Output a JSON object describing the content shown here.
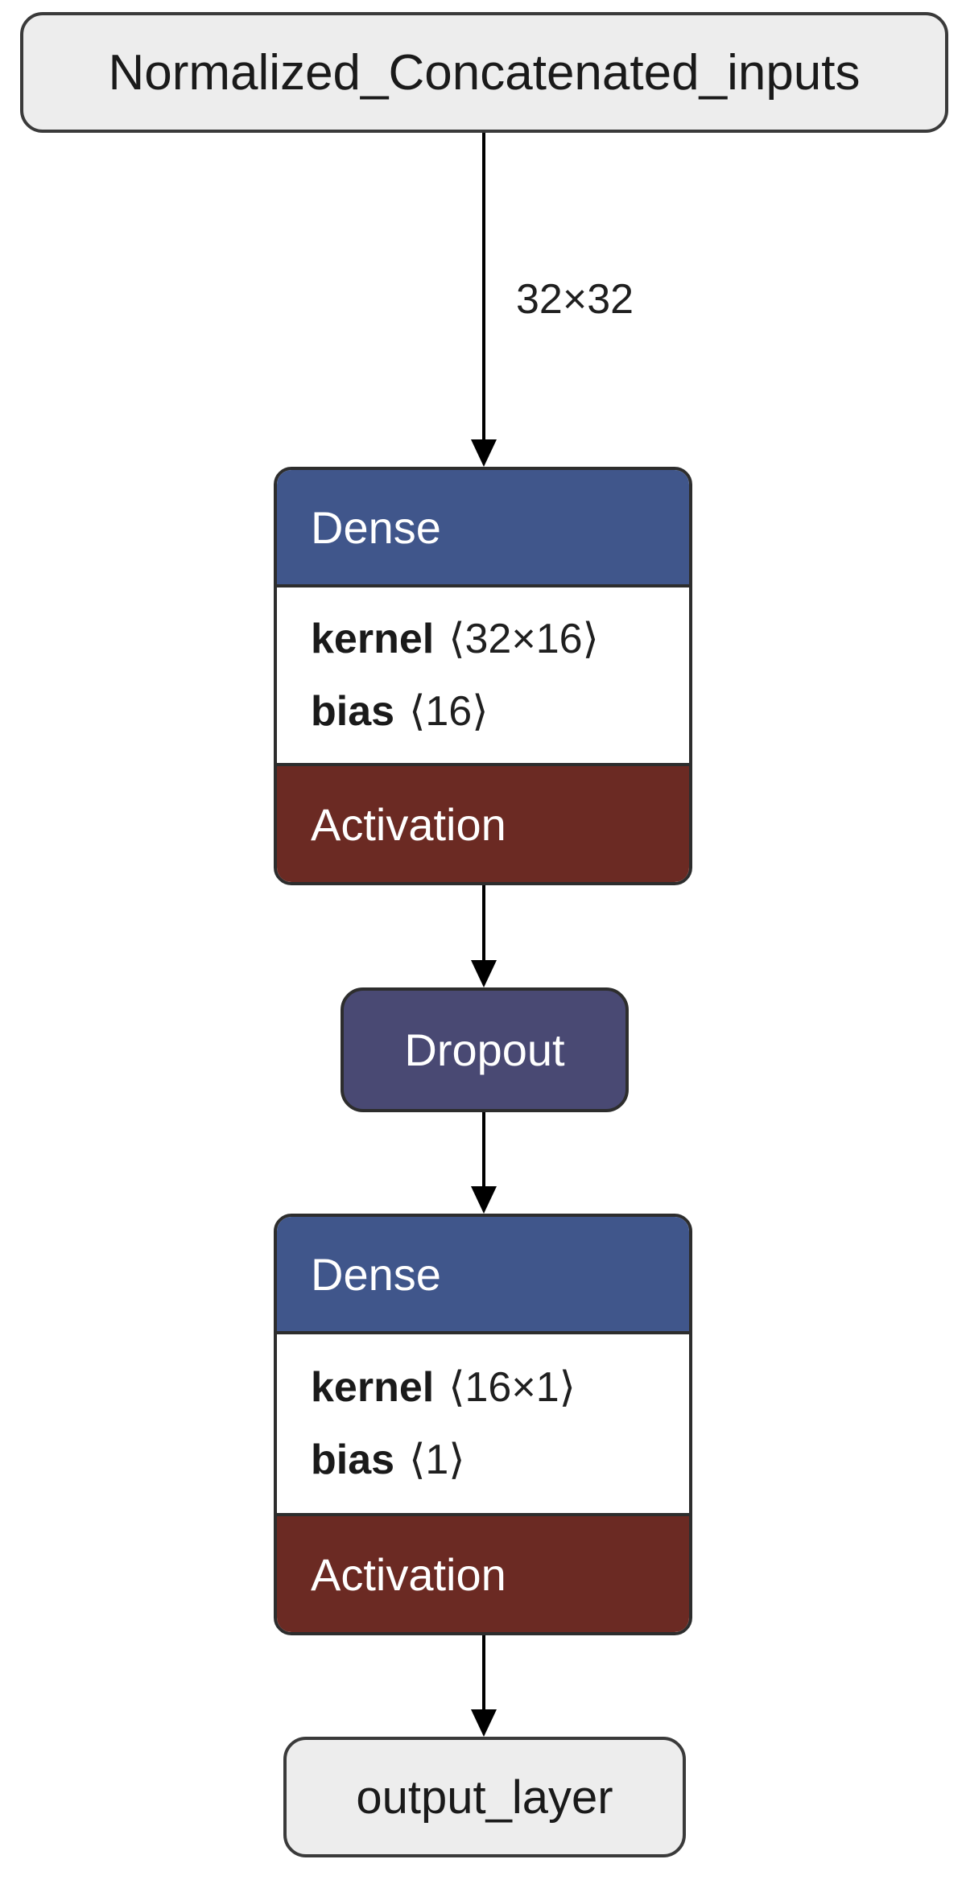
{
  "diagram": {
    "type": "neural-network-layer-graph",
    "colors": {
      "background": "#ffffff",
      "node_fill_gray": "#ededed",
      "node_border": "#3a3a3a",
      "dense_header_blue": "#40568b",
      "activation_maroon": "#6b2a23",
      "dropout_purple": "#494973",
      "edge_black": "#000000"
    },
    "nodes": {
      "input": {
        "label": "Normalized_Concatenated_inputs"
      },
      "dense1": {
        "title": "Dense",
        "params": [
          {
            "name": "kernel",
            "shape": "⟨32×16⟩"
          },
          {
            "name": "bias",
            "shape": "⟨16⟩"
          }
        ],
        "footer": "Activation"
      },
      "dropout": {
        "label": "Dropout"
      },
      "dense2": {
        "title": "Dense",
        "params": [
          {
            "name": "kernel",
            "shape": "⟨16×1⟩"
          },
          {
            "name": "bias",
            "shape": "⟨1⟩"
          }
        ],
        "footer": "Activation"
      },
      "output": {
        "label": "output_layer"
      }
    },
    "edges": {
      "e1": {
        "from": "input",
        "to": "dense1",
        "label": "32×32"
      },
      "e2": {
        "from": "dense1",
        "to": "dropout",
        "label": ""
      },
      "e3": {
        "from": "dropout",
        "to": "dense2",
        "label": ""
      },
      "e4": {
        "from": "dense2",
        "to": "output",
        "label": ""
      }
    }
  }
}
